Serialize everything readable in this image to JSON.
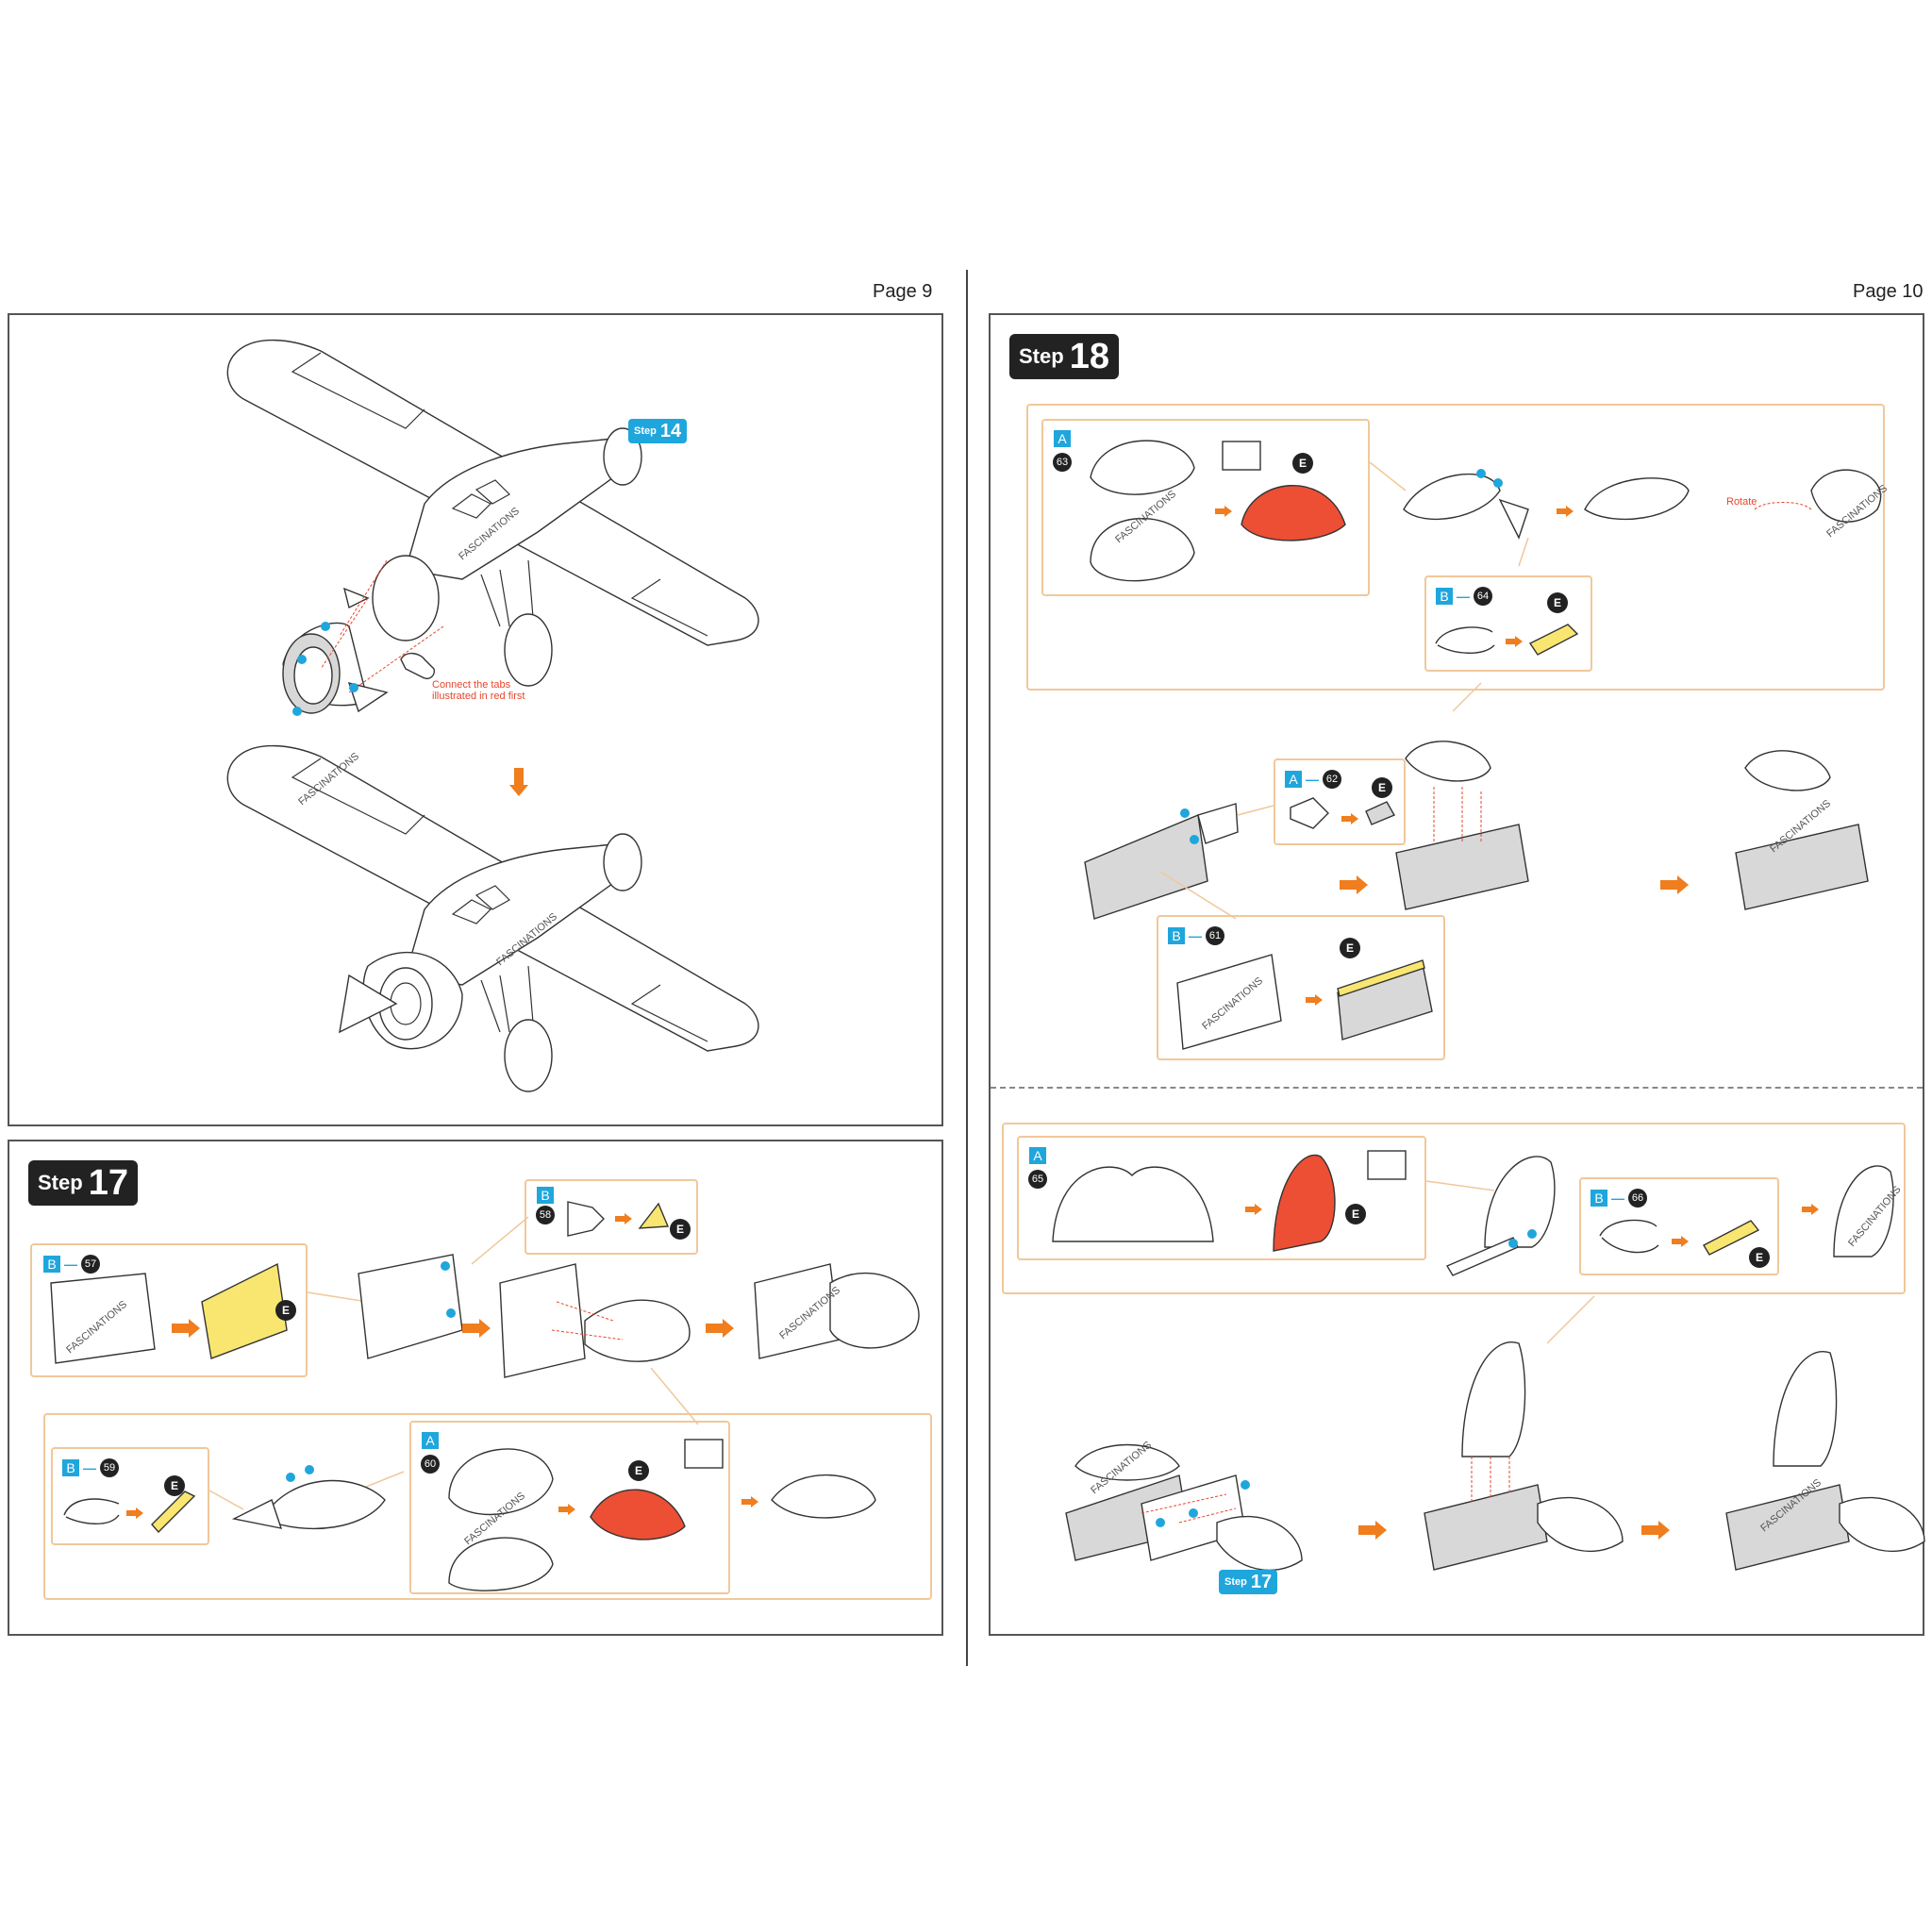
{
  "pages": {
    "left": {
      "page_label": "Page 9",
      "callout_step": {
        "word": "Step",
        "number": "14"
      },
      "note_line1": "Connect the tabs",
      "note_line2": "illustrated in red first",
      "watermark": "FASCINATIONS"
    },
    "right": {
      "page_label": "Page 10",
      "watermark": "FASCINATIONS"
    }
  },
  "step17": {
    "badge_word": "Step",
    "badge_number": "17",
    "parts": {
      "p57": {
        "sheet": "B",
        "number": "57"
      },
      "p58": {
        "sheet": "B",
        "number": "58"
      },
      "p59": {
        "sheet": "B",
        "number": "59"
      },
      "p60": {
        "sheet": "A",
        "number": "60"
      }
    },
    "e_label": "E"
  },
  "step18": {
    "badge_word": "Step",
    "badge_number": "18",
    "rotate_label": "Rotate",
    "parts": {
      "p63": {
        "sheet": "A",
        "number": "63"
      },
      "p64": {
        "sheet": "B",
        "number": "64"
      },
      "p62": {
        "sheet": "A",
        "number": "62"
      },
      "p61": {
        "sheet": "B",
        "number": "61"
      },
      "p65": {
        "sheet": "A",
        "number": "65"
      },
      "p66": {
        "sheet": "B",
        "number": "66"
      }
    },
    "ref_step": {
      "word": "Step",
      "number": "17"
    },
    "e_label": "E"
  },
  "colors": {
    "accent_blue": "#1fa6dc",
    "arrow_orange": "#f07d1e",
    "part_red": "#ec4f34",
    "part_yellow": "#f8e670",
    "subpanel_tan": "#f0c89a"
  }
}
